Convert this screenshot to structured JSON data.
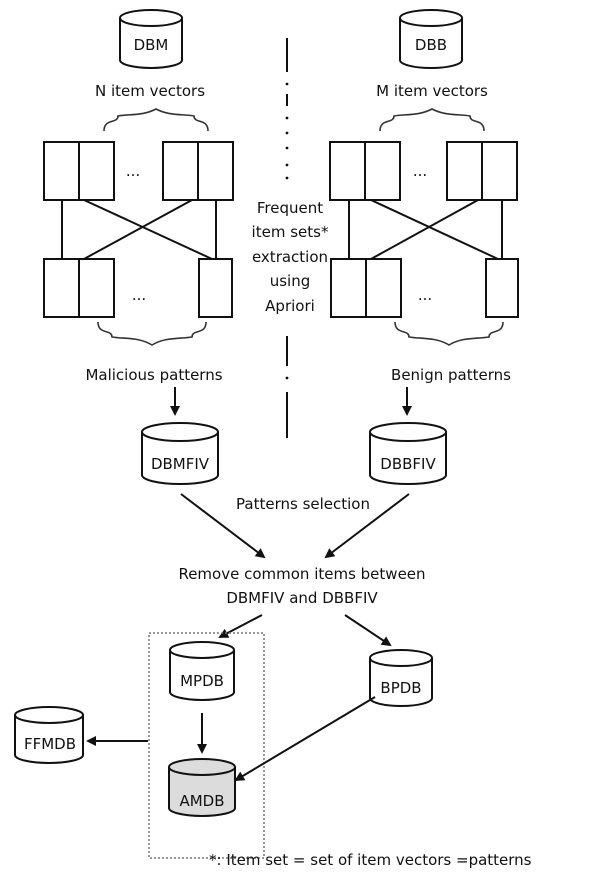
{
  "databases": {
    "dbm": "DBM",
    "dbb": "DBB",
    "dbmfiv": "DBMFIV",
    "dbbfiv": "DBBFIV",
    "mpdb": "MPDB",
    "bpdb": "BPDB",
    "amdb": "AMDB",
    "ffmdb": "FFMDB"
  },
  "labels": {
    "n_vectors": "N item vectors",
    "m_vectors": "M item vectors",
    "ellipsis": "...",
    "frequent_1": "Frequent",
    "frequent_2": "item sets*",
    "frequent_3": "extraction",
    "frequent_4": "using",
    "frequent_5": "Apriori",
    "malicious": "Malicious patterns",
    "benign": "Benign patterns",
    "selection": "Patterns selection",
    "remove_1": "Remove common items between",
    "remove_2": "DBMFIV and DBBFIV",
    "footnote": "*: Item set = set of item vectors =patterns"
  },
  "colors": {
    "stroke": "#111111",
    "amdb_fill": "#dcdcdc",
    "group_border": "#777777"
  }
}
